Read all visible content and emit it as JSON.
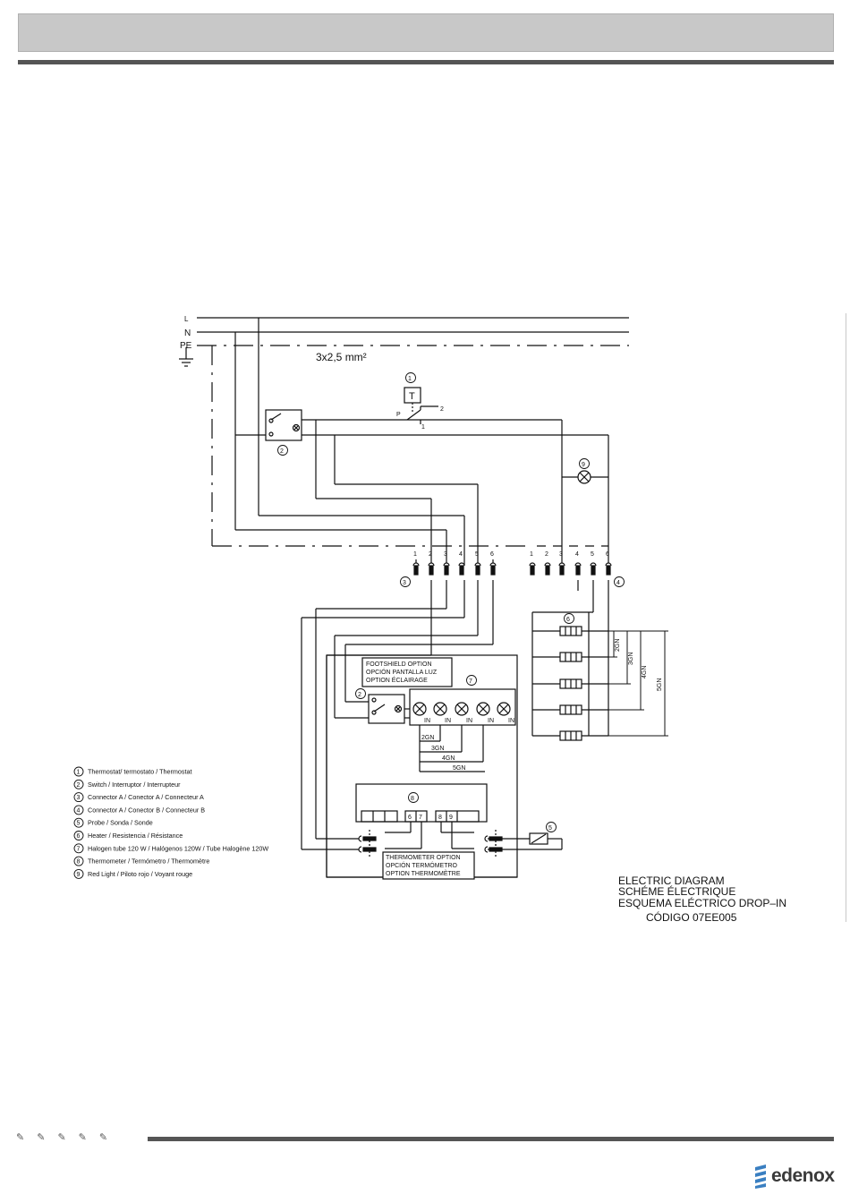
{
  "power_lines": {
    "l": "L",
    "n": "N",
    "pe": "PE",
    "cable": "3x2,5 mm²"
  },
  "terminals": {
    "p": "P",
    "t1": "1",
    "t2": "2",
    "thermostat_symbol": "T"
  },
  "connector_a_pins": [
    "1",
    "2",
    "3",
    "4",
    "5",
    "6"
  ],
  "connector_b_pins": [
    "1",
    "2",
    "3",
    "4",
    "5",
    "6"
  ],
  "callouts": {
    "c1": "1",
    "c2": "2",
    "c3": "3",
    "c4": "4",
    "c5": "5",
    "c6": "6",
    "c7": "7",
    "c8": "8",
    "c9": "9",
    "c2b": "2"
  },
  "heater_groups": [
    "2GN",
    "3GN",
    "4GN",
    "5GN"
  ],
  "footshield": {
    "lines": [
      "FOOTSHIELD OPTION",
      "OPCIÓN PANTALLA LUZ",
      "OPTION ÉCLAIRAGE"
    ]
  },
  "lamp_labels": [
    "IN",
    "IN",
    "IN",
    "IN",
    "IN"
  ],
  "lamp_groups": [
    "2GN",
    "3GN",
    "4GN",
    "5GN"
  ],
  "thermometer": {
    "lines": [
      "THERMOMETER OPTION",
      "OPCIÓN TERMÓMETRO",
      "OPTION THERMOMÈTRE"
    ],
    "pins": [
      "6",
      "7",
      "8",
      "9"
    ]
  },
  "legend": [
    {
      "num": "1",
      "text": "Thermostat/ termostato / Thermostat"
    },
    {
      "num": "2",
      "text": "Switch / Interruptor / Interrupteur"
    },
    {
      "num": "3",
      "text": "Connector A / Conector A / Connecteur A"
    },
    {
      "num": "4",
      "text": "Connector A / Conector B / Connecteur B"
    },
    {
      "num": "5",
      "text": "Probe / Sonda / Sonde"
    },
    {
      "num": "6",
      "text": "Heater / Resistencia / Résistance"
    },
    {
      "num": "7",
      "text": "Halogen tube 120 W / Halógenos 120W / Tube Halogène 120W"
    },
    {
      "num": "8",
      "text": "Thermometer / Termómetro / Thermomètre"
    },
    {
      "num": "9",
      "text": "Red Light / Piloto rojo / Voyant rouge"
    }
  ],
  "title_block": [
    "ELECTRIC DIAGRAM",
    "SCHÉME ÉLECTRIQUE",
    "ESQUEMA ELÉCTRICO DROP–IN",
    "CÓDIGO  07EE005"
  ],
  "brand": {
    "name": "edenox",
    "logo_color": "#3a7fc1"
  },
  "colors": {
    "header_band": "#c8c8c8",
    "rule": "#555555"
  }
}
